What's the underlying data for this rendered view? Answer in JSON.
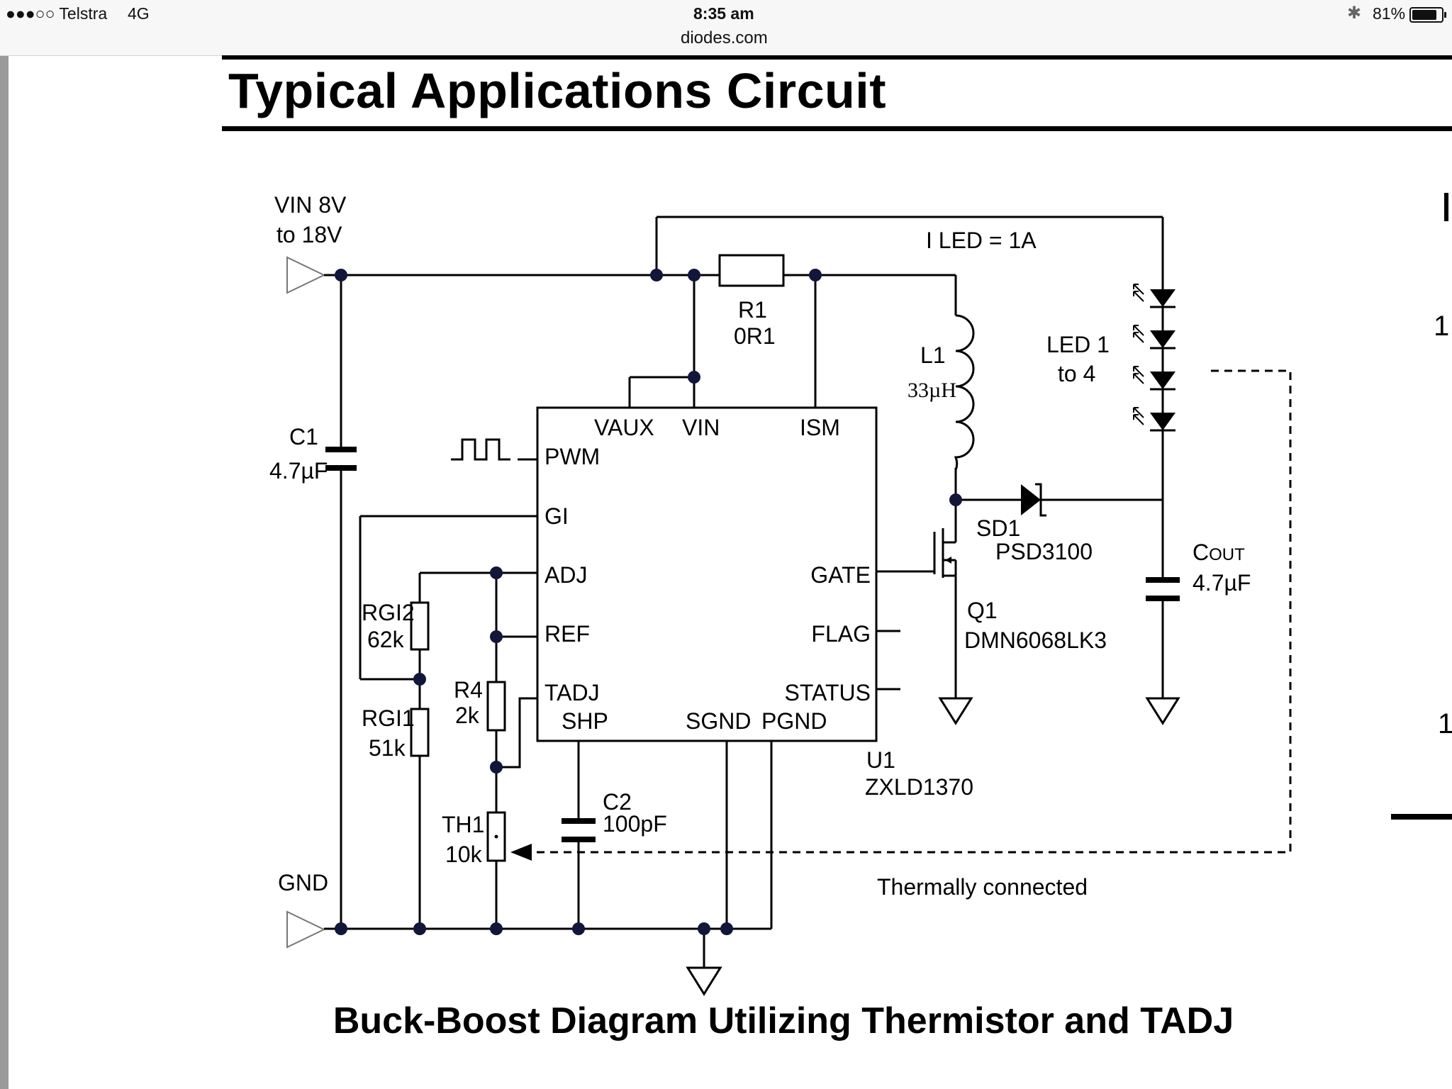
{
  "status_bar": {
    "carrier": "●●●○○ Telstra",
    "network": "4G",
    "time": "8:35 am",
    "url": "diodes.com",
    "battery": "81%"
  },
  "title": "Typical Applications Circuit",
  "caption": "Buck-Boost Diagram Utilizing Thermistor and TADJ",
  "diagram": {
    "vin_label_1": "VIN 8V",
    "vin_label_2": "to 18V",
    "gnd_label": "GND",
    "iled_label": "I LED = 1A",
    "r1_name": "R1",
    "r1_value": "0R1",
    "l1_name": "L1",
    "l1_value": "33µH",
    "led_name": "LED 1",
    "led_value": "to 4",
    "c1_name": "C1",
    "c1_value": "4.7µF",
    "c2_name": "C2",
    "c2_value": "100pF",
    "cout_name_c": "C",
    "cout_name_sub": "OUT",
    "cout_value": "4.7µF",
    "sd1_name": "SD1",
    "sd1_value": "PSD3100",
    "q1_name": "Q1",
    "q1_value": "DMN6068LK3",
    "u1_name": "U1",
    "u1_value": "ZXLD1370",
    "rgi2_name": "RGI2",
    "rgi2_value": "62k",
    "rgi1_name": "RGI1",
    "rgi1_value": "51k",
    "r4_name": "R4",
    "r4_value": "2k",
    "th1_name": "TH1",
    "th1_value": "10k",
    "thermal_label": "Thermally connected",
    "pins": {
      "vaux": "VAUX",
      "vin": "VIN",
      "ism": "ISM",
      "pwm": "PWM",
      "gi": "GI",
      "adj": "ADJ",
      "ref": "REF",
      "tadj": "TADJ",
      "shp": "SHP",
      "sgnd": "SGND",
      "pgnd": "PGND",
      "gate": "GATE",
      "flag": "FLAG",
      "status": "STATUS"
    },
    "edge_text_1": "1",
    "edge_text_2": "1"
  }
}
